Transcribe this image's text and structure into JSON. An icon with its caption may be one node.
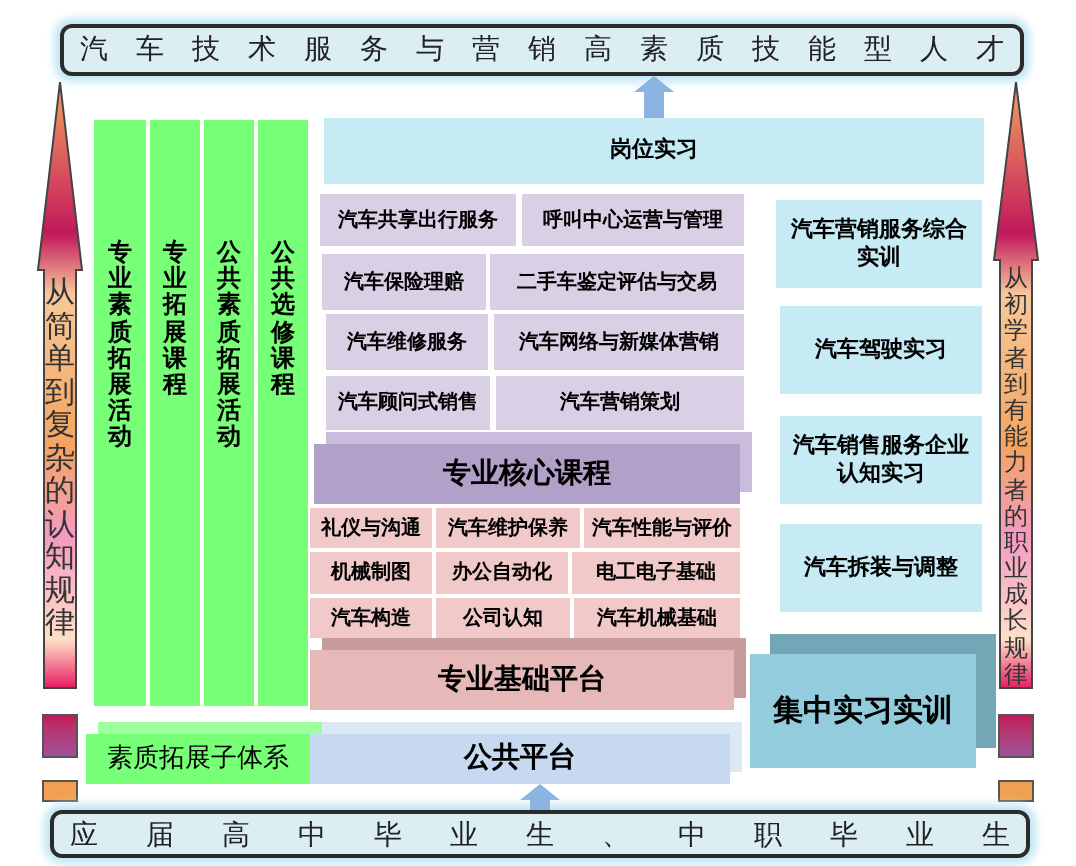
{
  "diagram": {
    "nodes": [
      {
        "text": [
          "汽车技术服务与营销高素质技能型人才"
        ]
      },
      {
        "text": [
          "应届高中毕业生、中职毕业生"
        ]
      },
      {
        "text": [
          "从简单到复杂的认知规律"
        ]
      },
      {
        "text": [
          "从初学者到有能力者的职业成长规律"
        ]
      },
      {
        "text": [
          "专业素质拓展活动"
        ]
      },
      {
        "text": [
          "专业拓展课程"
        ]
      },
      {
        "text": [
          "公共素质拓展活动"
        ]
      },
      {
        "text": [
          "公共选修课程"
        ]
      },
      {
        "text": [
          "岗位实习"
        ]
      },
      {
        "text": [
          "汽车共享出行服务"
        ]
      },
      {
        "text": [
          "呼叫中心运营与管理"
        ]
      },
      {
        "text": [
          "汽车保险理赔"
        ]
      },
      {
        "text": [
          "二手车鉴定评估与交易"
        ]
      },
      {
        "text": [
          "汽车维修服务"
        ]
      },
      {
        "text": [
          "汽车网络与新媒体营销"
        ]
      },
      {
        "text": [
          "汽车顾问式销售"
        ]
      },
      {
        "text": [
          "汽车营销策划"
        ]
      },
      {
        "text": [
          "专业核心课程"
        ]
      },
      {
        "text": [
          "礼仪与沟通"
        ]
      },
      {
        "text": [
          "汽车维护保养"
        ]
      },
      {
        "text": [
          "汽车性能与评价"
        ]
      },
      {
        "text": [
          "机械制图"
        ]
      },
      {
        "text": [
          "办公自动化"
        ]
      },
      {
        "text": [
          "电工电子基础"
        ]
      },
      {
        "text": [
          "汽车构造"
        ]
      },
      {
        "text": [
          "公司认知"
        ]
      },
      {
        "text": [
          "汽车机械基础"
        ]
      },
      {
        "text": [
          "专业基础平台"
        ]
      },
      {
        "text": [
          "汽车营销服务综合实训"
        ]
      },
      {
        "text": [
          "汽车驾驶实习"
        ]
      },
      {
        "text": [
          "汽车销售服务企业认知实习"
        ]
      },
      {
        "text": [
          "汽车拆装与调整"
        ]
      },
      {
        "text": [
          "集中实习实训"
        ]
      },
      {
        "text": [
          "素质拓展子体系"
        ]
      },
      {
        "text": [
          "公共平台"
        ]
      }
    ],
    "edges": [
      {
        "from": 8,
        "to": 0,
        "arrow": "to"
      },
      {
        "from": 1,
        "to": 34,
        "arrow": "to"
      }
    ]
  }
}
